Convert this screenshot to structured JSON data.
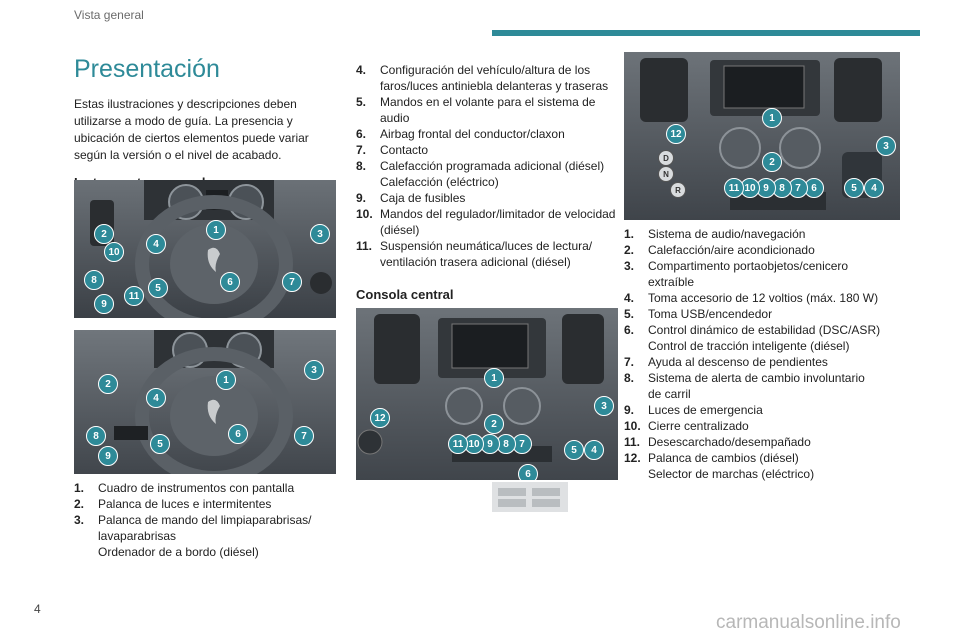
{
  "header": {
    "section": "Vista general"
  },
  "page_number": "4",
  "watermark": "carmanualsonline.info",
  "title": "Presentación",
  "intro": "Estas ilustraciones y descripciones deben utilizarse a modo de guía. La presencia y ubicación de ciertos elementos puede variar según la versión o el nivel de acabado.",
  "sections": {
    "instrumentos": "Instrumentos y mandos",
    "consola": "Consola central"
  },
  "brand_color": "#2e8a98",
  "photos": {
    "dashboard_a": {
      "badges": [
        "1",
        "2",
        "3",
        "4",
        "5",
        "6",
        "7",
        "8",
        "9",
        "10",
        "11"
      ]
    },
    "dashboard_b": {
      "badges": [
        "1",
        "2",
        "3",
        "4",
        "5",
        "6",
        "7",
        "8",
        "9"
      ]
    },
    "console_a": {
      "badges": [
        "1",
        "2",
        "3",
        "4",
        "5",
        "6",
        "7",
        "8",
        "9",
        "10",
        "11",
        "12"
      ]
    },
    "console_b": {
      "badges": [
        "1",
        "2",
        "3",
        "4",
        "5",
        "6",
        "7",
        "8",
        "9",
        "10",
        "11",
        "12"
      ]
    }
  },
  "list_a": [
    {
      "num": "1.",
      "lines": [
        "Cuadro de instrumentos con pantalla"
      ]
    },
    {
      "num": "2.",
      "lines": [
        "Palanca de luces e intermitentes"
      ]
    },
    {
      "num": "3.",
      "lines": [
        "Palanca de mando del limpiaparabrisas/",
        "lavaparabrisas",
        "Ordenador de a bordo (diésel)"
      ]
    }
  ],
  "list_b": [
    {
      "num": "4.",
      "lines": [
        "Configuración del vehículo/altura de los",
        "faros/luces antiniebla delanteras y traseras"
      ]
    },
    {
      "num": "5.",
      "lines": [
        "Mandos en el volante para el sistema de",
        "audio"
      ]
    },
    {
      "num": "6.",
      "lines": [
        "Airbag frontal del conductor/claxon"
      ]
    },
    {
      "num": "7.",
      "lines": [
        "Contacto"
      ]
    },
    {
      "num": "8.",
      "lines": [
        "Calefacción programada adicional (diésel)",
        "Calefacción (eléctrico)"
      ]
    },
    {
      "num": "9.",
      "lines": [
        "Caja de fusibles"
      ]
    },
    {
      "num": "10.",
      "lines": [
        "Mandos del regulador/limitador de velocidad",
        "(diésel)"
      ]
    },
    {
      "num": "11.",
      "lines": [
        "Suspensión neumática/luces de lectura/",
        "ventilación trasera adicional (diésel)"
      ]
    }
  ],
  "list_c": [
    {
      "num": "1.",
      "lines": [
        "Sistema de audio/navegación"
      ]
    },
    {
      "num": "2.",
      "lines": [
        "Calefacción/aire acondicionado"
      ]
    },
    {
      "num": "3.",
      "lines": [
        "Compartimento portaobjetos/cenicero",
        "extraíble"
      ]
    },
    {
      "num": "4.",
      "lines": [
        "Toma accesorio de 12 voltios (máx. 180 W)"
      ]
    },
    {
      "num": "5.",
      "lines": [
        "Toma USB/encendedor"
      ]
    },
    {
      "num": "6.",
      "lines": [
        "Control dinámico de estabilidad (DSC/ASR)",
        "Control de tracción inteligente (diésel)"
      ]
    },
    {
      "num": "7.",
      "lines": [
        "Ayuda al descenso de pendientes"
      ]
    },
    {
      "num": "8.",
      "lines": [
        "Sistema de alerta de cambio involuntario",
        "de carril"
      ]
    },
    {
      "num": "9.",
      "lines": [
        "Luces de emergencia"
      ]
    },
    {
      "num": "10.",
      "lines": [
        "Cierre centralizado"
      ]
    },
    {
      "num": "11.",
      "lines": [
        "Desescarchado/desempañado"
      ]
    },
    {
      "num": "12.",
      "lines": [
        "Palanca de cambios (diésel)",
        "Selector de marchas (eléctrico)"
      ]
    }
  ],
  "console_a_buttons": [
    "D",
    "N",
    "R"
  ]
}
